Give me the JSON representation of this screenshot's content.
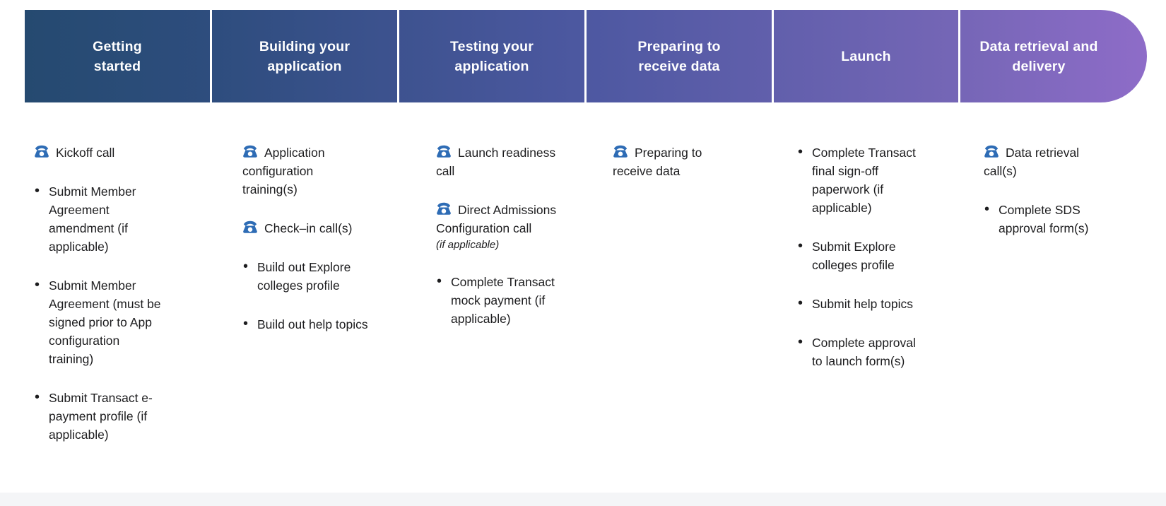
{
  "page": {
    "background": "#ffffff",
    "bottom_strip_color": "#f4f5f7"
  },
  "header": {
    "text_color": "#ffffff",
    "gradient": [
      "#254a70",
      "#2e4d7e",
      "#4d58a1",
      "#7566b6",
      "#8e6cc8"
    ],
    "stages": [
      {
        "label": "Getting started",
        "lines": [
          "Getting",
          "started"
        ]
      },
      {
        "label": "Building your application",
        "lines": [
          "Building your",
          "application"
        ]
      },
      {
        "label": "Testing your application",
        "lines": [
          "Testing your",
          "application"
        ]
      },
      {
        "label": "Preparing to receive data",
        "lines": [
          "Preparing to",
          "receive data"
        ]
      },
      {
        "label": "Launch",
        "lines": [
          "Launch"
        ]
      },
      {
        "label": "Data retrieval and delivery",
        "lines": [
          "Data retrieval and",
          "delivery"
        ]
      }
    ]
  },
  "icons": {
    "call_icon_name": "phone-icon",
    "call_icon_color": "#2e6cb5",
    "bullet_color": "#1d1d1f"
  },
  "columns": [
    {
      "stage": "Getting started",
      "items": [
        {
          "type": "call",
          "text": "Kickoff call"
        },
        {
          "type": "bullet",
          "text": "Submit Member Agreement amendment (if applicable)"
        },
        {
          "type": "bullet",
          "text": "Submit Member Agreement (must be signed prior to App configuration training)"
        },
        {
          "type": "bullet",
          "text": "Submit Transact e-payment profile (if applicable)"
        }
      ]
    },
    {
      "stage": "Building your application",
      "items": [
        {
          "type": "call",
          "text": "Application configuration training(s)"
        },
        {
          "type": "call",
          "text": "Check–in call(s)"
        },
        {
          "type": "bullet",
          "text": "Build out Explore colleges profile"
        },
        {
          "type": "bullet",
          "text": "Build out help topics"
        }
      ]
    },
    {
      "stage": "Testing your application",
      "items": [
        {
          "type": "call",
          "text": "Launch readiness call"
        },
        {
          "type": "call",
          "text": "Direct Admissions Configuration call",
          "note": "(if applicable)"
        },
        {
          "type": "bullet",
          "text": "Complete Transact mock payment (if applicable)"
        }
      ]
    },
    {
      "stage": "Preparing to receive data",
      "items": [
        {
          "type": "call",
          "text": "Preparing to receive data"
        }
      ]
    },
    {
      "stage": "Launch",
      "items": [
        {
          "type": "bullet",
          "text": "Complete Transact final sign-off paperwork (if applicable)"
        },
        {
          "type": "bullet",
          "text": "Submit Explore colleges profile"
        },
        {
          "type": "bullet",
          "text": "Submit  help topics"
        },
        {
          "type": "bullet",
          "text": "Complete approval to launch form(s)"
        }
      ]
    },
    {
      "stage": "Data retrieval and delivery",
      "items": [
        {
          "type": "call",
          "text": "Data retrieval call(s)"
        },
        {
          "type": "bullet",
          "text": "Complete SDS approval form(s)"
        }
      ]
    }
  ]
}
